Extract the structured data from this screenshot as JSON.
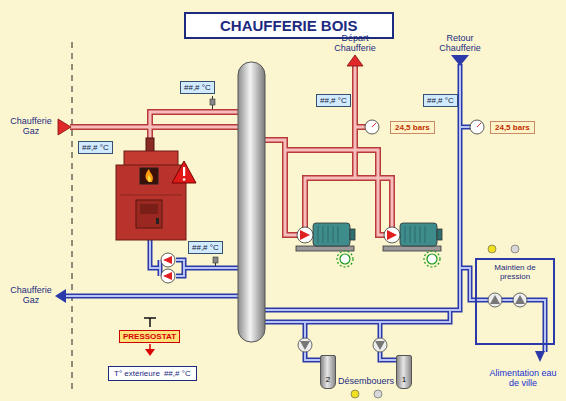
{
  "diagram": {
    "title": "CHAUFFERIE BOIS",
    "nodes": [
      {
        "text": [
          "##,# °C"
        ]
      },
      {
        "text": [
          "##,# °C"
        ]
      },
      {
        "text": [
          "24,5 bars"
        ]
      },
      {
        "text": [
          "##,# °C"
        ]
      },
      {
        "text": [
          "24,5 bars"
        ]
      },
      {
        "text": [
          "##,# °C"
        ]
      },
      {
        "text": [
          "##,# °C"
        ]
      },
      {
        "text": [
          "Maintien de pression"
        ]
      },
      {
        "text": [
          "PRESSOSTAT"
        ]
      },
      {
        "text": [
          "2"
        ]
      },
      {
        "text": [
          "1"
        ]
      },
      {
        "text": [
          "T° extérieure",
          "##,# °C"
        ]
      }
    ],
    "labels": [
      "Chaufferie Gaz",
      "Chaufferie Gaz",
      "Départ Chaufferie",
      "Retour Chaufferie",
      "Alimentation eau de ville",
      "Désembouers"
    ]
  }
}
